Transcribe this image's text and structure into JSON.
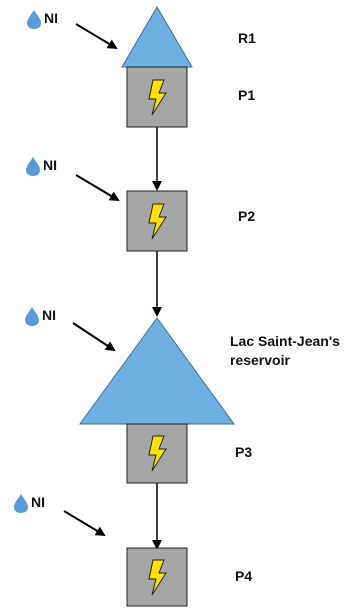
{
  "colors": {
    "reservoir_fill": "#6FB0E3",
    "station_fill": "#A6A6A6",
    "lightning_fill": "#FFE000",
    "inflow_drop": "#5B9BD5",
    "line": "#000000"
  },
  "inflows": [
    {
      "label": "NI",
      "icon": "water-drop-icon"
    },
    {
      "label": "NI",
      "icon": "water-drop-icon"
    },
    {
      "label": "NI",
      "icon": "water-drop-icon"
    },
    {
      "label": "NI",
      "icon": "water-drop-icon"
    }
  ],
  "reservoirs": [
    {
      "label": "R1"
    },
    {
      "label": "Lac Saint-Jean's reservoir"
    }
  ],
  "stations": [
    {
      "label": "P1",
      "icon": "lightning-icon"
    },
    {
      "label": "P2",
      "icon": "lightning-icon"
    },
    {
      "label": "P3",
      "icon": "lightning-icon"
    },
    {
      "label": "P4",
      "icon": "lightning-icon"
    }
  ]
}
